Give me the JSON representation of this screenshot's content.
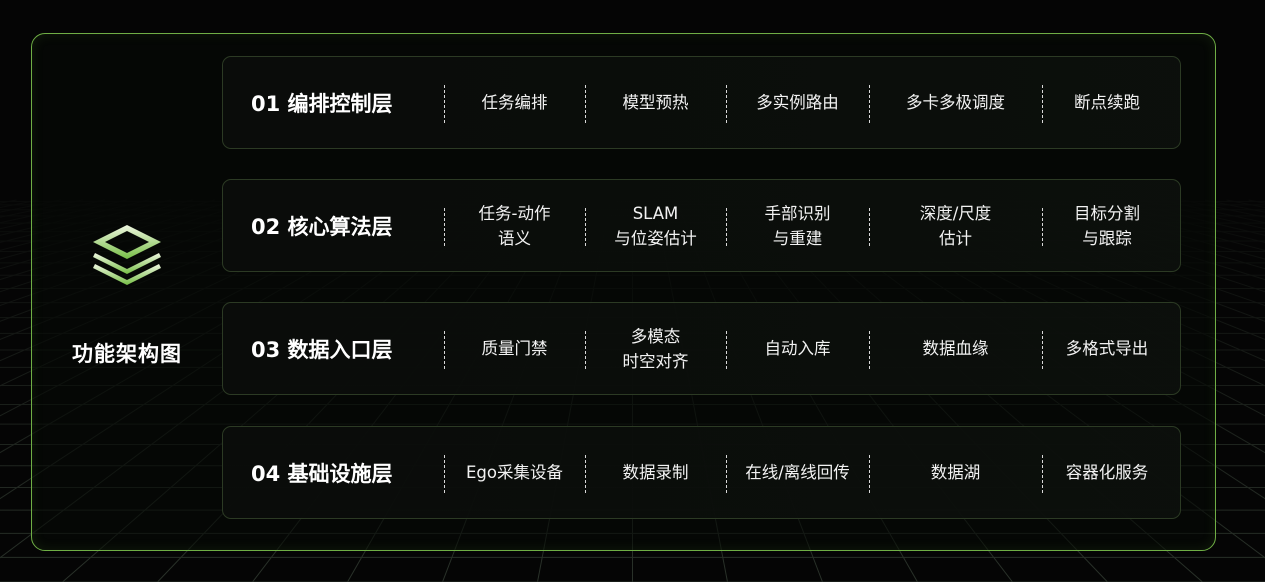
{
  "sidebar": {
    "icon": "layers-icon",
    "title": "功能架构图"
  },
  "colors": {
    "accent": "#6fae45",
    "icon_top": "#e9f3d9",
    "icon_bottom": "#7cc24c",
    "background": "#050505"
  },
  "layers": [
    {
      "title": "01 编排控制层",
      "items": [
        "任务编排",
        "模型预热",
        "多实例路由",
        "多卡多极调度",
        "断点续跑"
      ]
    },
    {
      "title": "02 核心算法层",
      "items": [
        "任务-动作\n语义",
        "SLAM\n与位姿估计",
        "手部识别\n与重建",
        "深度/尺度\n估计",
        "目标分割\n与跟踪"
      ]
    },
    {
      "title": "03 数据入口层",
      "items": [
        "质量门禁",
        "多模态\n时空对齐",
        "自动入库",
        "数据血缘",
        "多格式导出"
      ]
    },
    {
      "title": "04 基础设施层",
      "items": [
        "Ego采集设备",
        "数据录制",
        "在线/离线回传",
        "数据湖",
        "容器化服务"
      ]
    }
  ]
}
